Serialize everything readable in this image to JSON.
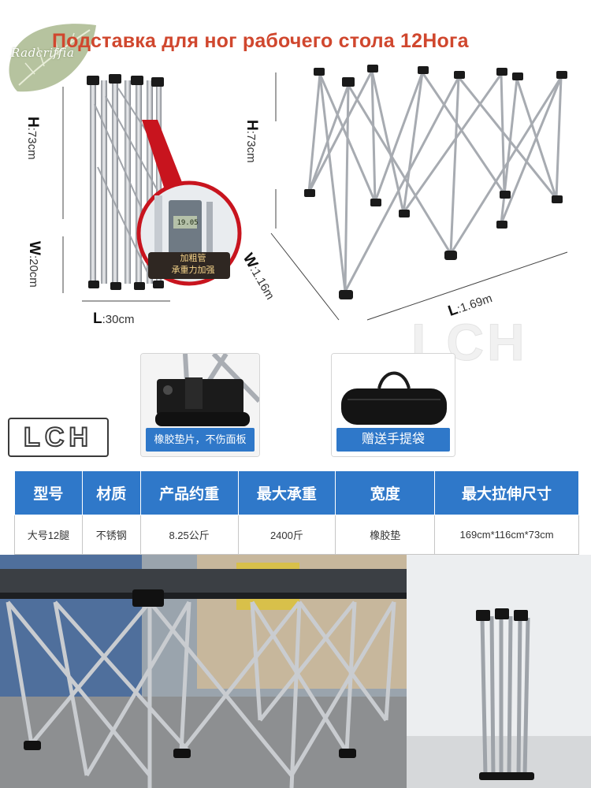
{
  "header": {
    "title": "Подставка для ног рабочего стола  12Нога",
    "brand_text": "Radcriffia"
  },
  "folded": {
    "height_key": "H",
    "height_value": ":73cm",
    "width_key": "W",
    "width_value": ":20cm",
    "length_key": "L",
    "length_value": ":30cm",
    "callout_line1": "加粗管",
    "callout_line2": "承重力加强",
    "caliper_reading": "19.05"
  },
  "expanded": {
    "height_key": "H",
    "height_value": ":73cm",
    "width_key": "W",
    "width_value": ":1.16m",
    "length_key": "L",
    "length_value": ":1.69m"
  },
  "logo_text": "LCH",
  "features": [
    {
      "caption": "橡胶垫片，不伤面板"
    },
    {
      "caption": "赠送手提袋"
    }
  ],
  "spec_table": {
    "headers": [
      "型号",
      "材质",
      "产品约重",
      "最大承重",
      "宽度",
      "最大拉伸尺寸"
    ],
    "rows": [
      [
        "大号12腿",
        "不锈钢",
        "8.25公斤",
        "2400斤",
        "橡胶垫",
        "169cm*116cm*73cm"
      ]
    ]
  },
  "colors": {
    "title_red": "#d0472e",
    "table_blue": "#2f78c9",
    "caption_blue": "#2f78c9",
    "callout_red": "#c8141e"
  }
}
